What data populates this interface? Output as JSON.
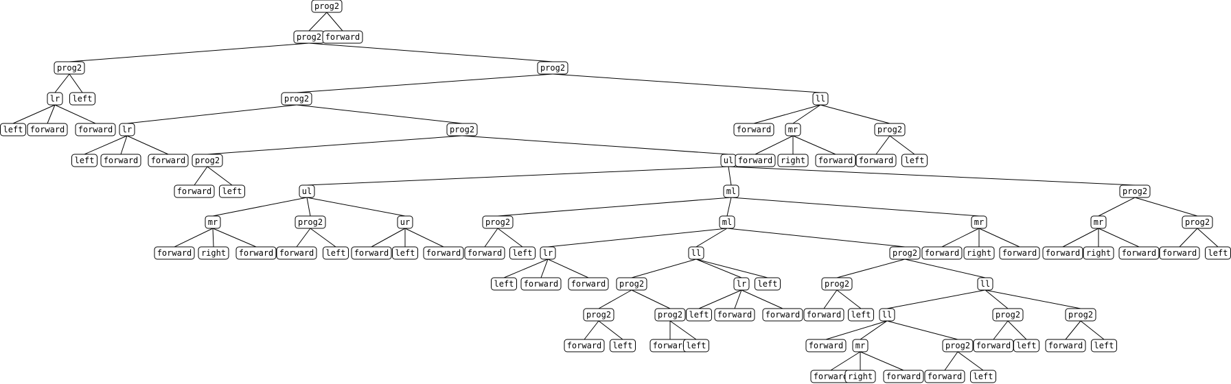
{
  "tree": {
    "label": "prog2",
    "children": [
      {
        "label": "prog2",
        "children": [
          {
            "label": "prog2",
            "children": [
              {
                "label": "lr",
                "children": [
                  {
                    "label": "left"
                  },
                  {
                    "label": "forward"
                  },
                  {
                    "label": "forward"
                  }
                ]
              },
              {
                "label": "left"
              }
            ]
          },
          {
            "label": "prog2",
            "children": [
              {
                "label": "prog2",
                "children": [
                  {
                    "label": "lr",
                    "children": [
                      {
                        "label": "left"
                      },
                      {
                        "label": "forward"
                      },
                      {
                        "label": "forward"
                      }
                    ]
                  },
                  {
                    "label": "prog2",
                    "children": [
                      {
                        "label": "prog2",
                        "children": [
                          {
                            "label": "forward"
                          },
                          {
                            "label": "left"
                          }
                        ]
                      },
                      {
                        "label": "ul",
                        "children": [
                          {
                            "label": "ul",
                            "children": [
                              {
                                "label": "mr",
                                "children": [
                                  {
                                    "label": "forward"
                                  },
                                  {
                                    "label": "right"
                                  },
                                  {
                                    "label": "forward"
                                  }
                                ]
                              },
                              {
                                "label": "prog2",
                                "children": [
                                  {
                                    "label": "forward"
                                  },
                                  {
                                    "label": "left"
                                  }
                                ]
                              },
                              {
                                "label": "ur",
                                "children": [
                                  {
                                    "label": "forward"
                                  },
                                  {
                                    "label": "left"
                                  },
                                  {
                                    "label": "forward"
                                  }
                                ]
                              }
                            ]
                          },
                          {
                            "label": "ml",
                            "children": [
                              {
                                "label": "prog2",
                                "children": [
                                  {
                                    "label": "forward"
                                  },
                                  {
                                    "label": "left"
                                  }
                                ]
                              },
                              {
                                "label": "ml",
                                "children": [
                                  {
                                    "label": "lr",
                                    "children": [
                                      {
                                        "label": "left"
                                      },
                                      {
                                        "label": "forward"
                                      },
                                      {
                                        "label": "forward"
                                      }
                                    ]
                                  },
                                  {
                                    "label": "ll",
                                    "children": [
                                      {
                                        "label": "prog2",
                                        "children": [
                                          {
                                            "label": "prog2",
                                            "children": [
                                              {
                                                "label": "forward"
                                              },
                                              {
                                                "label": "left"
                                              }
                                            ]
                                          },
                                          {
                                            "label": "prog2",
                                            "children": [
                                              {
                                                "label": "forward"
                                              },
                                              {
                                                "label": "left"
                                              }
                                            ]
                                          }
                                        ]
                                      },
                                      {
                                        "label": "lr",
                                        "children": [
                                          {
                                            "label": "left"
                                          },
                                          {
                                            "label": "forward"
                                          },
                                          {
                                            "label": "forward"
                                          }
                                        ]
                                      },
                                      {
                                        "label": "left"
                                      }
                                    ]
                                  },
                                  {
                                    "label": "prog2",
                                    "children": [
                                      {
                                        "label": "prog2",
                                        "children": [
                                          {
                                            "label": "forward"
                                          },
                                          {
                                            "label": "left"
                                          }
                                        ]
                                      },
                                      {
                                        "label": "ll",
                                        "children": [
                                          {
                                            "label": "ll",
                                            "children": [
                                              {
                                                "label": "forward"
                                              },
                                              {
                                                "label": "mr",
                                                "children": [
                                                  {
                                                    "label": "forward"
                                                  },
                                                  {
                                                    "label": "right"
                                                  },
                                                  {
                                                    "label": "forward"
                                                  }
                                                ]
                                              },
                                              {
                                                "label": "prog2",
                                                "children": [
                                                  {
                                                    "label": "forward"
                                                  },
                                                  {
                                                    "label": "left"
                                                  }
                                                ]
                                              }
                                            ]
                                          },
                                          {
                                            "label": "prog2",
                                            "children": [
                                              {
                                                "label": "forward"
                                              },
                                              {
                                                "label": "left"
                                              }
                                            ]
                                          },
                                          {
                                            "label": "prog2",
                                            "children": [
                                              {
                                                "label": "forward"
                                              },
                                              {
                                                "label": "left"
                                              }
                                            ]
                                          }
                                        ]
                                      }
                                    ]
                                  }
                                ]
                              },
                              {
                                "label": "mr",
                                "children": [
                                  {
                                    "label": "forward"
                                  },
                                  {
                                    "label": "right"
                                  },
                                  {
                                    "label": "forward"
                                  }
                                ]
                              }
                            ]
                          },
                          {
                            "label": "prog2",
                            "children": [
                              {
                                "label": "mr",
                                "children": [
                                  {
                                    "label": "forward"
                                  },
                                  {
                                    "label": "right"
                                  },
                                  {
                                    "label": "forward"
                                  }
                                ]
                              },
                              {
                                "label": "prog2",
                                "children": [
                                  {
                                    "label": "forward"
                                  },
                                  {
                                    "label": "left"
                                  }
                                ]
                              }
                            ]
                          }
                        ]
                      }
                    ]
                  }
                ]
              },
              {
                "label": "ll",
                "children": [
                  {
                    "label": "forward"
                  },
                  {
                    "label": "mr",
                    "children": [
                      {
                        "label": "forward"
                      },
                      {
                        "label": "right"
                      },
                      {
                        "label": "forward"
                      }
                    ]
                  },
                  {
                    "label": "prog2",
                    "children": [
                      {
                        "label": "forward"
                      },
                      {
                        "label": "left"
                      }
                    ]
                  }
                ]
              }
            ]
          }
        ]
      },
      {
        "label": "forward"
      }
    ]
  }
}
